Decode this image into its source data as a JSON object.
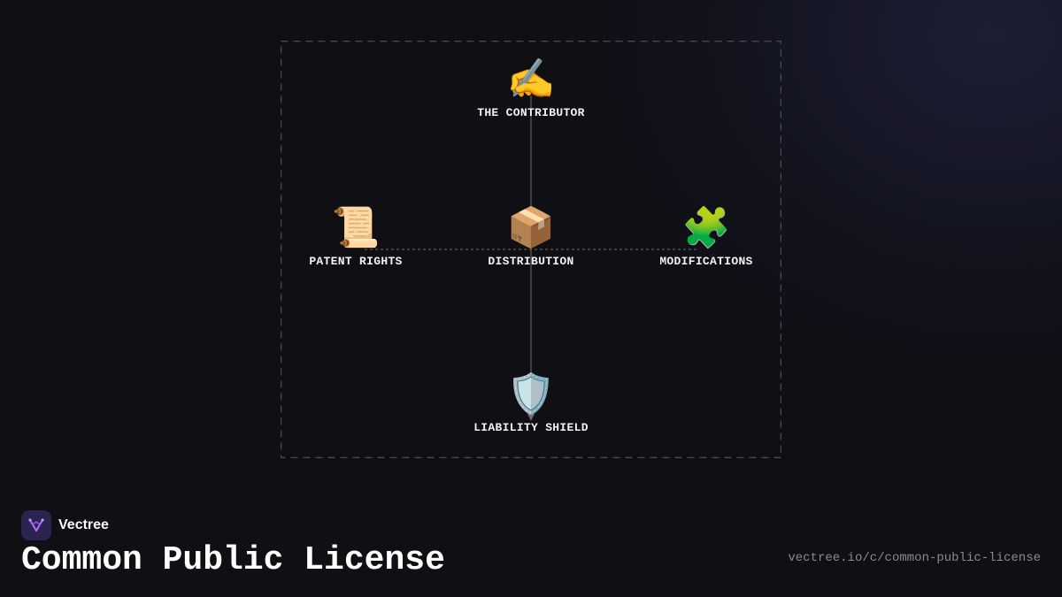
{
  "diagram": {
    "nodes": {
      "contributor": {
        "icon": "✍️",
        "icon_name": "writing-hand-icon",
        "label": "THE CONTRIBUTOR"
      },
      "patent": {
        "icon": "📜",
        "icon_name": "scroll-icon",
        "label": "PATENT RIGHTS"
      },
      "distribution": {
        "icon": "📦",
        "icon_name": "package-icon",
        "label": "DISTRIBUTION"
      },
      "modifications": {
        "icon": "🧩",
        "icon_name": "puzzle-piece-icon",
        "label": "MODIFICATIONS"
      },
      "liability": {
        "icon": "🛡️",
        "icon_name": "shield-icon",
        "label": "LIABILITY SHIELD"
      }
    },
    "connections": [
      {
        "from": "contributor",
        "to": "distribution",
        "style": "solid"
      },
      {
        "from": "distribution",
        "to": "liability",
        "style": "solid-arrow"
      },
      {
        "from": "patent",
        "to": "modifications",
        "style": "dashed"
      }
    ]
  },
  "footer": {
    "brand": "Vectree",
    "title": "Common Public License",
    "url": "vectree.io/c/common-public-license"
  },
  "colors": {
    "background": "#0f0f14",
    "frame": "#4a4a52",
    "connector": "#6a6a72",
    "logo_bg": "#2a2450",
    "logo_accent": "#b46cff"
  }
}
